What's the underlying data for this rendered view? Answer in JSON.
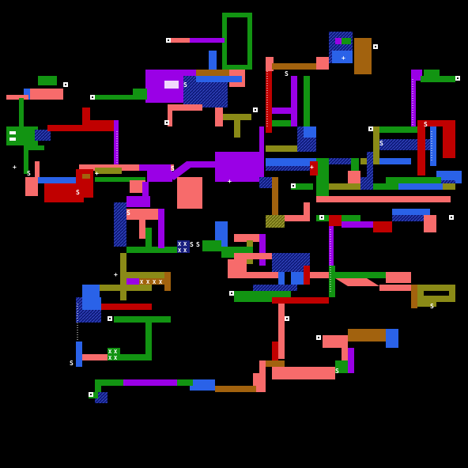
{
  "colors": {
    "background": "#000000",
    "salmon": "#f76b6b",
    "purple": "#9a00e6",
    "green": "#129412",
    "blue": "#2a62e8",
    "olive": "#8a8a17",
    "red": "#c00000",
    "brown": "#a2620e",
    "navy": "#0d1a7a",
    "lightblue": "#9aaee6",
    "white": "#ffffff"
  },
  "legend": {
    "save_symbol": "S",
    "door_symbol": "o",
    "item_symbol": "+",
    "elevator_symbol": "X"
  }
}
